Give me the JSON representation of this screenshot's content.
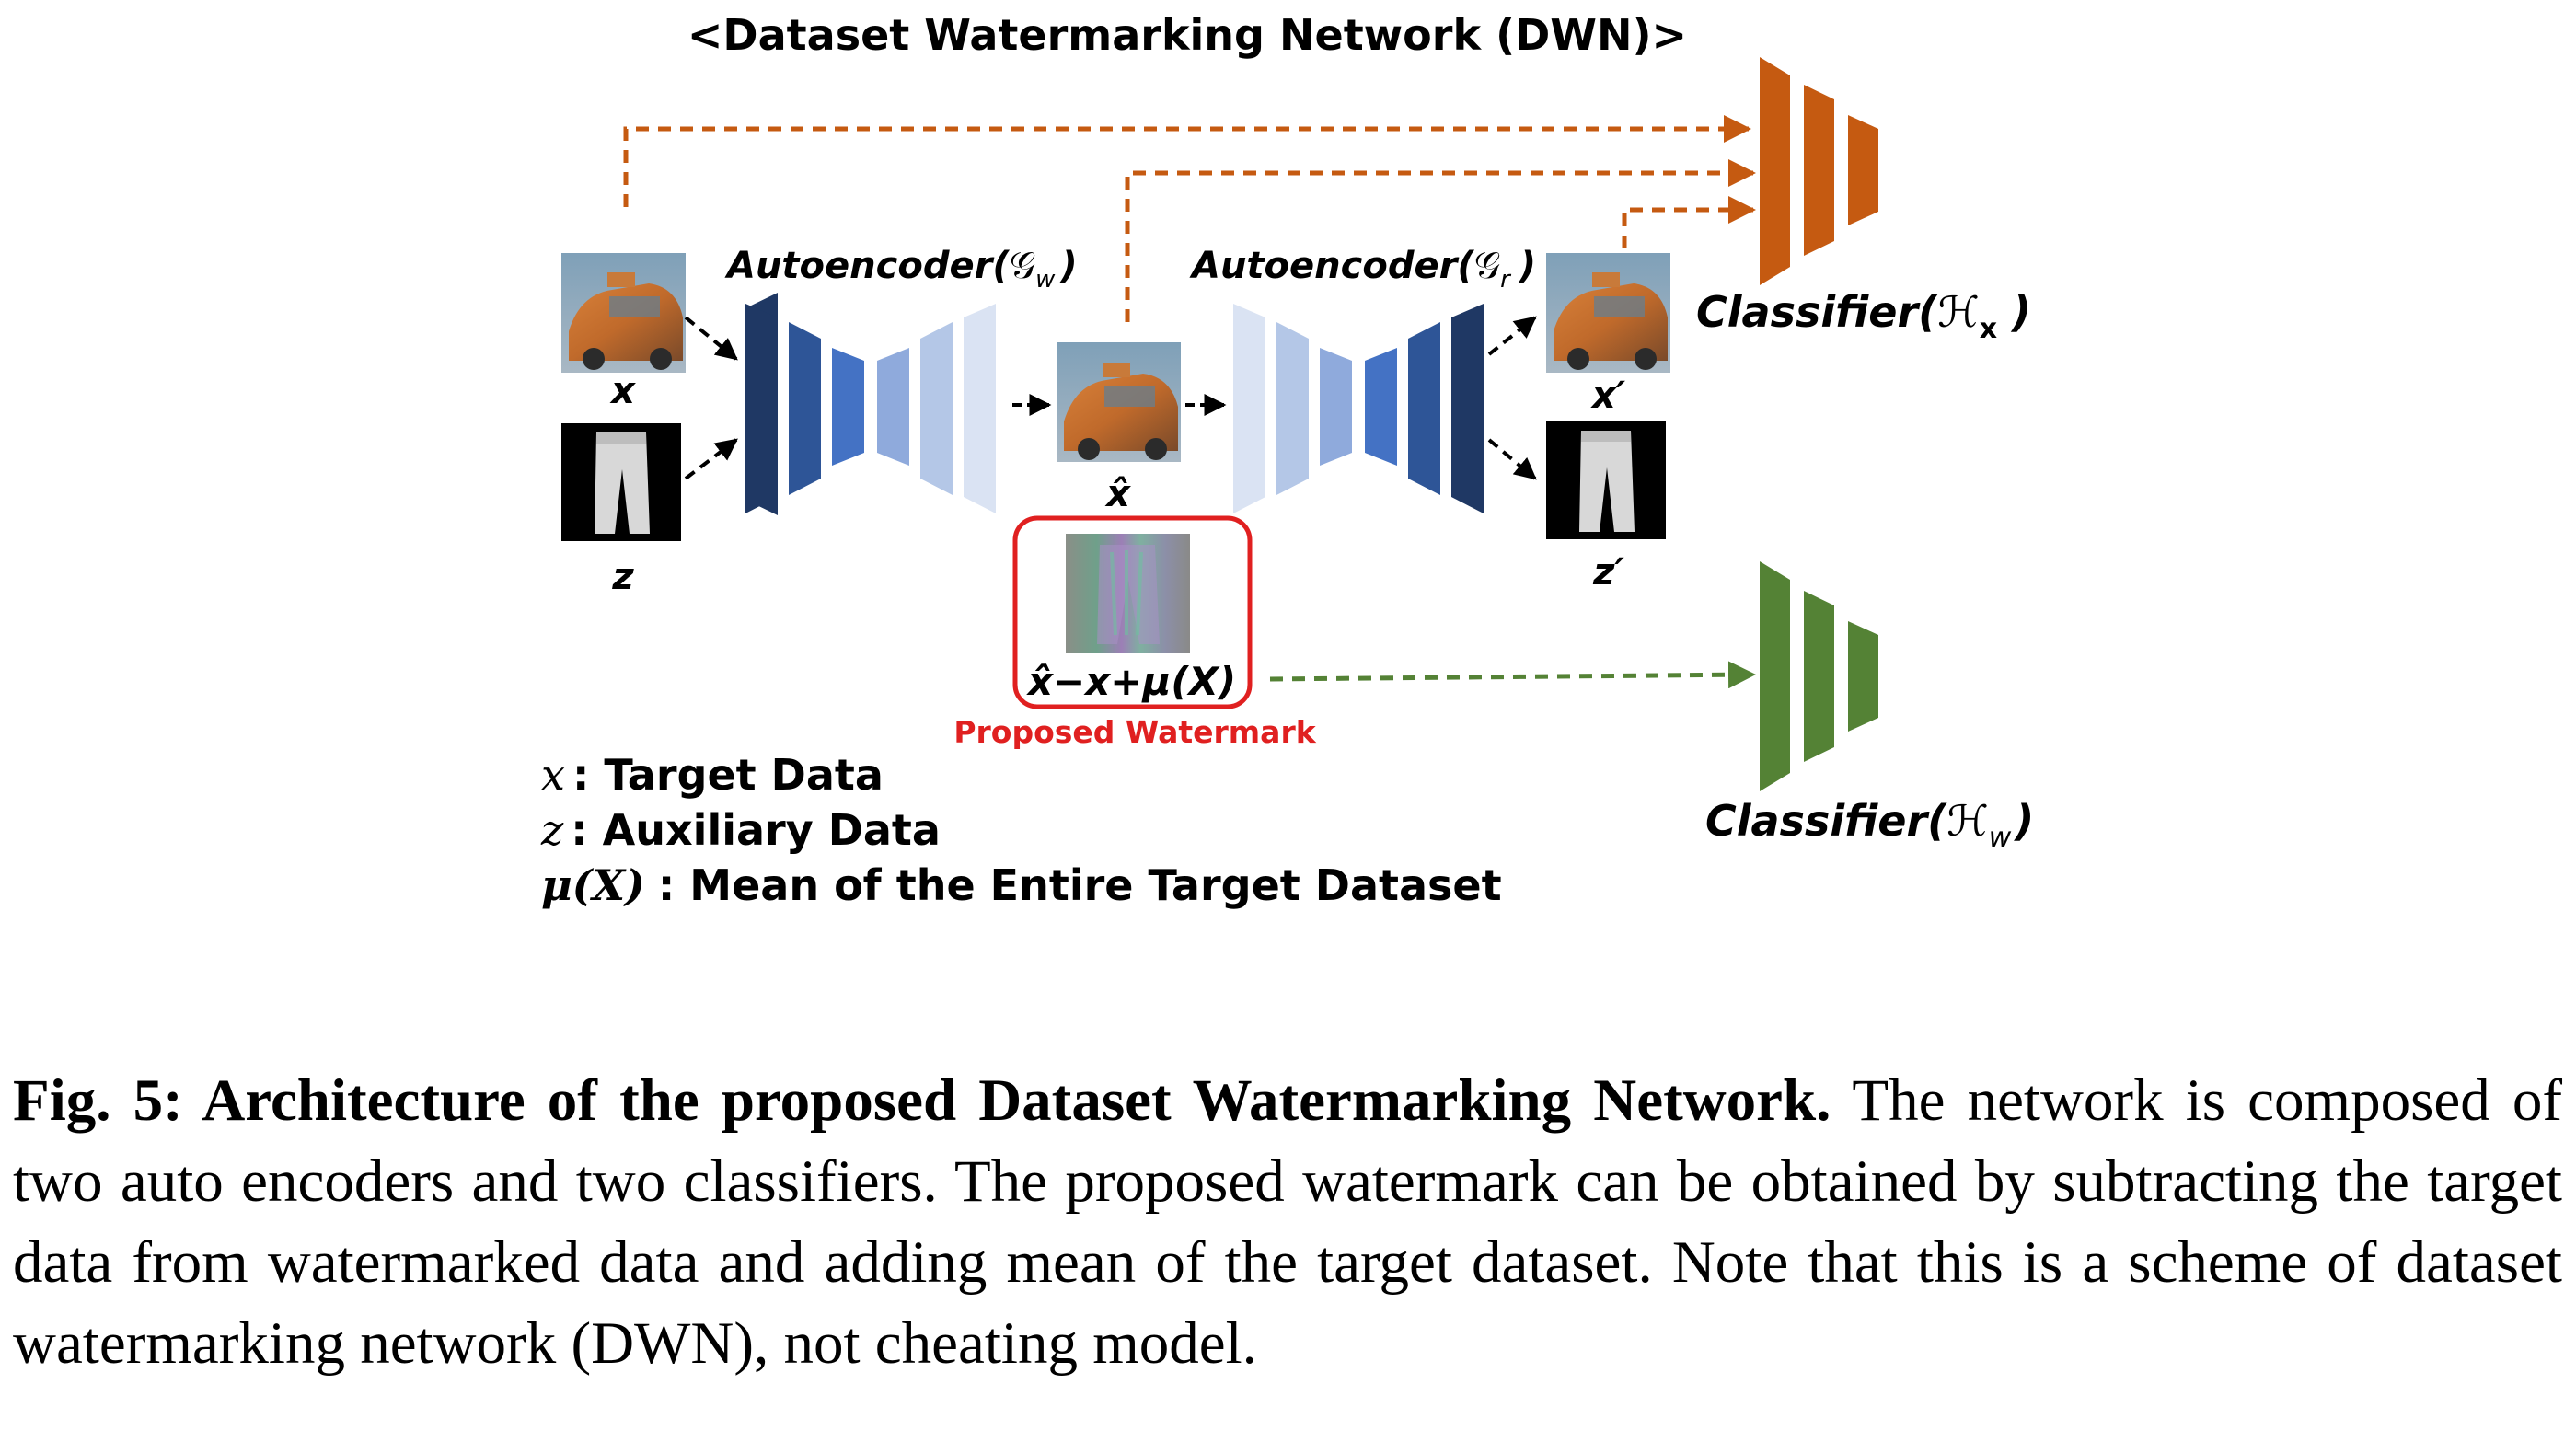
{
  "title": "<Dataset Watermarking Network (DWN)>",
  "autoencoder_w": {
    "label": "Autoencoder(",
    "symbol": "𝒢",
    "sub": "w",
    "close": ")"
  },
  "autoencoder_r": {
    "label": "Autoencoder(",
    "symbol": "𝒢",
    "sub": "r",
    "close": ")"
  },
  "classifier_x": {
    "label": "Classifier(",
    "symbol": "ℋ",
    "sub": "x",
    "close": ")"
  },
  "classifier_w": {
    "label": "Classifier(",
    "symbol": "ℋ",
    "sub": "w",
    "close": ")"
  },
  "images": {
    "x_label": "x",
    "z_label": "z",
    "xhat_label": "x̂",
    "xprime_label": "x′",
    "zprime_label": "z′",
    "watermark_formula": "x̂−x+μ(X)",
    "watermark_label": "Proposed Watermark"
  },
  "legend": [
    {
      "symbol": "x",
      "text": ": Target Data"
    },
    {
      "symbol": "z",
      "text": ": Auxiliary Data"
    },
    {
      "symbol": "μ(X)",
      "text": ": Mean of the Entire Target Dataset"
    }
  ],
  "caption": {
    "bold": "Fig. 5: Architecture of the proposed Dataset Watermarking Network.",
    "text": " The network is composed of two auto encoders and two classifiers. The proposed watermark can be obtained by subtracting the target data from watermarked data and adding mean of the target dataset. Note that this is a scheme of dataset watermarking network (DWN), not cheating model."
  },
  "colors": {
    "encoder_dark": "#1f3864",
    "encoder_mid": "#2e5597",
    "encoder_blue": "#4472c4",
    "encoder_light": "#8faadc",
    "encoder_pale": "#b4c7e7",
    "encoder_faint": "#dae3f3",
    "classifier_orange": "#c55a11",
    "classifier_green": "#548235",
    "arrow_orange": "#c55a11",
    "arrow_green": "#548235",
    "watermark_box": "#e02020",
    "watermark_text": "#e02020"
  }
}
